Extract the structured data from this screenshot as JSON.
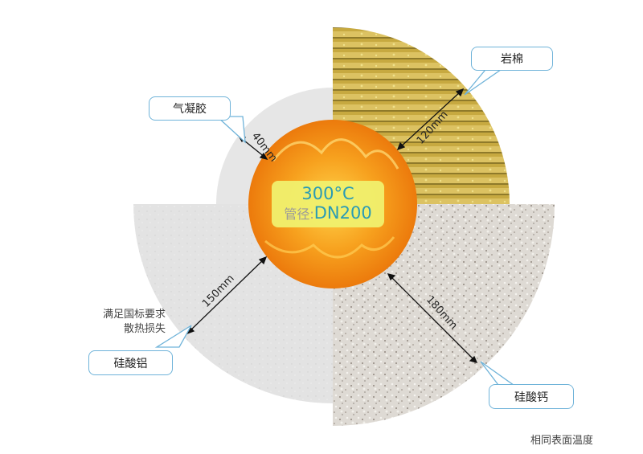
{
  "center": {
    "temperature": "300°C",
    "pipe_label": "管径:",
    "pipe_size": "DN200"
  },
  "materials": [
    {
      "name": "气凝胶",
      "thickness": "40mm",
      "quadrant": "top-left",
      "color": "#e6e6e6"
    },
    {
      "name": "岩棉",
      "thickness": "120mm",
      "quadrant": "top-right",
      "color": "#c8ac45"
    },
    {
      "name": "硅酸铝",
      "thickness": "150mm",
      "quadrant": "bottom-left",
      "color": "#e2e2e2"
    },
    {
      "name": "硅酸钙",
      "thickness": "180mm",
      "quadrant": "bottom-right",
      "color": "#d9d5cf"
    }
  ],
  "note": {
    "line1": "满足国标要求",
    "line2": "散热损失"
  },
  "footer": "相同表面温度",
  "colors": {
    "accent": "#2a9bb5",
    "callout_border": "#6fb3d9",
    "flame": "#f59a1a",
    "label_bg": "#f0f06e"
  }
}
